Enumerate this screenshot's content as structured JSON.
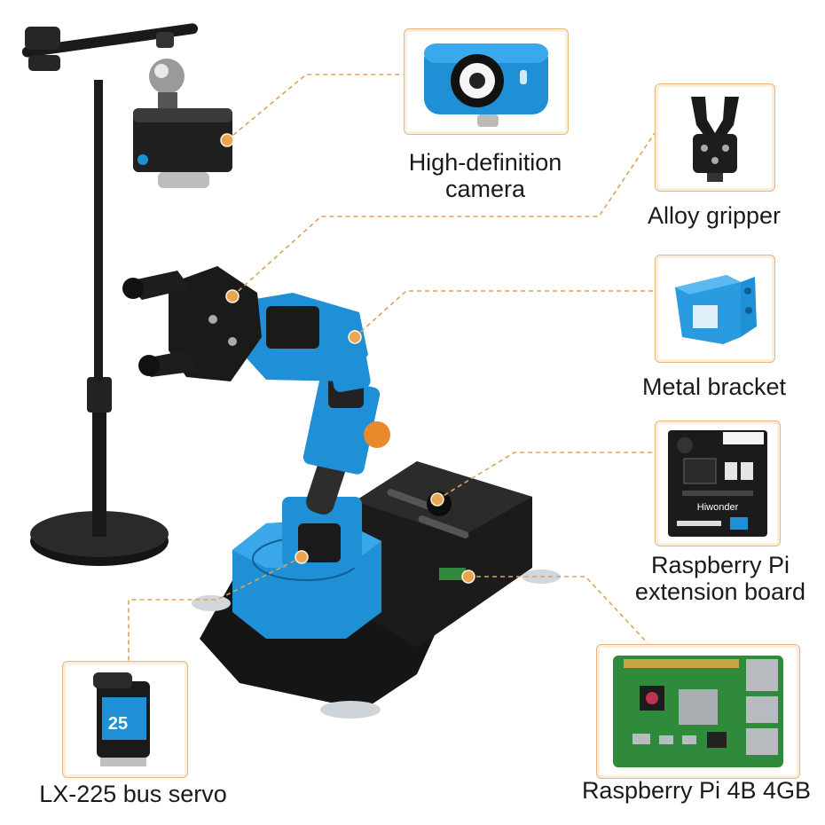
{
  "components": [
    {
      "id": "camera",
      "lines": [
        "High-definition",
        "camera"
      ],
      "icon": "webcam-icon"
    },
    {
      "id": "gripper",
      "lines": [
        "Alloy gripper"
      ],
      "icon": "gripper-icon"
    },
    {
      "id": "bracket",
      "lines": [
        "Metal bracket"
      ],
      "icon": "bracket-icon"
    },
    {
      "id": "extension",
      "lines": [
        "Raspberry Pi",
        "extension board"
      ],
      "icon": "extension-board-icon"
    },
    {
      "id": "servo",
      "lines": [
        "LX-225 bus servo"
      ],
      "icon": "servo-icon"
    },
    {
      "id": "pi",
      "lines": [
        "Raspberry Pi 4B 4GB"
      ],
      "icon": "raspberry-pi-board-icon"
    }
  ],
  "servo_badge": "25",
  "extension_brand": "Hiwonder",
  "colors": {
    "accent_blue": "#1f8fd6",
    "leader": "#e0a15a",
    "metal_dark": "#1c1c1c",
    "pcb_green": "#2f8a3c"
  }
}
